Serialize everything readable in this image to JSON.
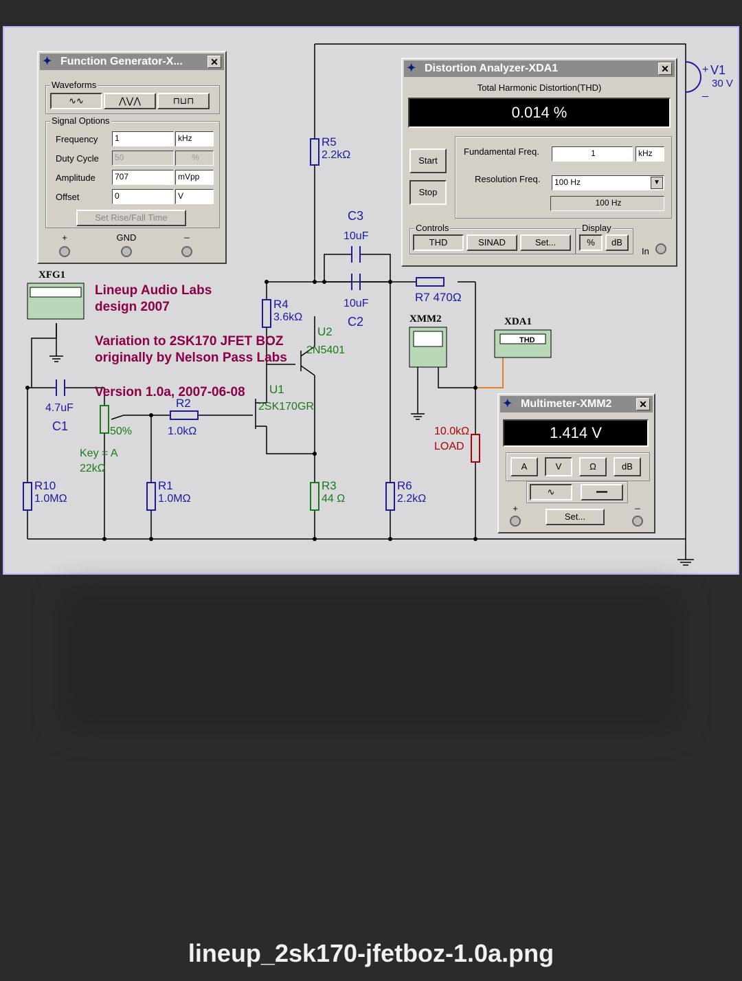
{
  "filename": "lineup_2sk170-jfetboz-1.0a.png",
  "function_generator": {
    "title": "Function Generator-X...",
    "waveforms_label": "Waveforms",
    "signal_options_label": "Signal Options",
    "frequency": {
      "label": "Frequency",
      "value": "1",
      "unit": "kHz"
    },
    "duty_cycle": {
      "label": "Duty Cycle",
      "value": "50",
      "unit": "%"
    },
    "amplitude": {
      "label": "Amplitude",
      "value": "707",
      "unit": "mVpp"
    },
    "offset": {
      "label": "Offset",
      "value": "0",
      "unit": "V"
    },
    "rise_fall_button": "Set Rise/Fall Time",
    "terminals": {
      "plus": "+",
      "gnd": "GND",
      "minus": "_"
    }
  },
  "distortion_analyzer": {
    "title": "Distortion Analyzer-XDA1",
    "heading": "Total Harmonic Distortion(THD)",
    "reading": "0.014 %",
    "start_button": "Start",
    "stop_button": "Stop",
    "fundamental_freq": {
      "label": "Fundamental Freq.",
      "value": "1",
      "unit": "kHz"
    },
    "resolution_freq": {
      "label": "Resolution Freq.",
      "selected": "100 Hz",
      "readout": "100 Hz"
    },
    "controls_label": "Controls",
    "controls": {
      "thd": "THD",
      "sinad": "SINAD",
      "set": "Set..."
    },
    "display_label": "Display",
    "display_buttons": {
      "percent": "%",
      "db": "dB"
    },
    "input_label": "In"
  },
  "multimeter": {
    "title": "Multimeter-XMM2",
    "reading": "1.414 V",
    "buttons": {
      "amp": "A",
      "volt": "V",
      "ohm": "Ω",
      "db": "dB"
    },
    "set_button": "Set...",
    "terminals": {
      "plus": "+",
      "minus": "_"
    }
  },
  "schematic": {
    "annotation": {
      "line1": "Lineup Audio Labs",
      "line2": "design 2007",
      "line3": "Variation to 2SK170 JFET BOZ",
      "line4": "originally by Nelson Pass Labs",
      "line5": "Version 1.0a, 2007-06-08"
    },
    "instruments": {
      "xfg1": "XFG1",
      "xmm2": "XMM2",
      "xda1": "XDA1",
      "xda1_display": "THD"
    },
    "components": {
      "v1_name": "V1",
      "v1_value": "30 V",
      "v1_plus": "+",
      "v1_minus": "_",
      "r5_name": "R5",
      "r5_value": "2.2kΩ",
      "c3_name": "C3",
      "c3_value": "10uF",
      "c2_name": "C2",
      "c2_value": "10uF",
      "r4_name": "R4",
      "r4_value": "3.6kΩ",
      "r7_label": "R7  470Ω",
      "u2_name": "U2",
      "u2_part": "2N5401",
      "u1_name": "U1",
      "u1_part": "2SK170GR",
      "c1_name": "C1",
      "c1_value": "4.7uF",
      "r2_name": "R2",
      "r2_value": "1.0kΩ",
      "pot_percent": "50%",
      "pot_key": "Key = A",
      "pot_value": "22kΩ",
      "r10_name": "R10",
      "r10_value": "1.0MΩ",
      "r1_name": "R1",
      "r1_value": "1.0MΩ",
      "r3_name": "R3",
      "r3_value": "44 Ω",
      "r6_name": "R6",
      "r6_value": "2.2kΩ",
      "load_value": "10.0kΩ",
      "load_name": "LOAD"
    }
  }
}
